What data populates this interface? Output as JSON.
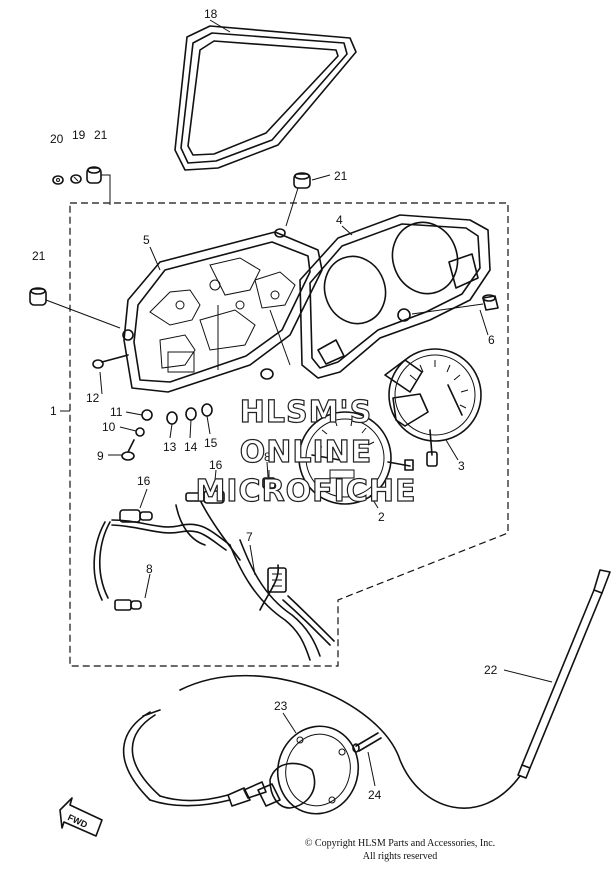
{
  "callouts": {
    "c1": "1",
    "c2": "2",
    "c3": "3",
    "c4": "4",
    "c5": "5",
    "c6": "6",
    "c7": "7",
    "c8a": "8",
    "c8b": "8",
    "c9": "9",
    "c10": "10",
    "c11": "11",
    "c12": "12",
    "c13": "13",
    "c14": "14",
    "c15": "15",
    "c16a": "16",
    "c16b": "16",
    "c18": "18",
    "c19": "19",
    "c20": "20",
    "c21a": "21",
    "c21b": "21",
    "c21c": "21",
    "c22": "22",
    "c23": "23",
    "c24": "24"
  },
  "watermark": {
    "line1": "HLSM'S",
    "line2": "ONLINE",
    "line3": "MICROFICHE"
  },
  "arrow_label": "FWD",
  "copyright": {
    "line1": "© Copyright HLSM Parts and Accessories, Inc.",
    "line2": "All rights reserved"
  }
}
